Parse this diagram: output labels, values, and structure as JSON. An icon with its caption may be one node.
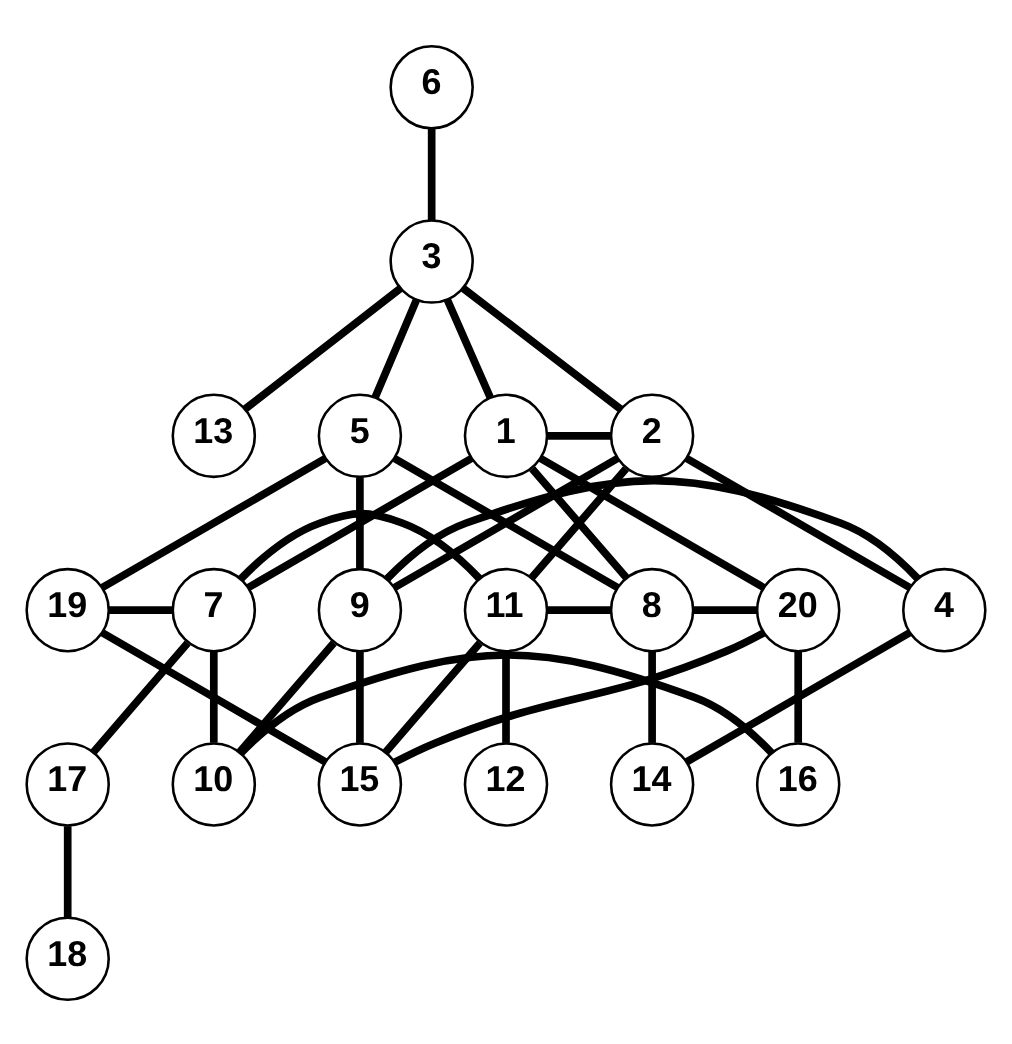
{
  "diagram": {
    "nodes": [
      {
        "text": [
          "6"
        ]
      },
      {
        "text": [
          "3"
        ]
      },
      {
        "text": [
          "13"
        ]
      },
      {
        "text": [
          "5"
        ]
      },
      {
        "text": [
          "1"
        ]
      },
      {
        "text": [
          "2"
        ]
      },
      {
        "text": [
          "9"
        ]
      },
      {
        "text": [
          "4"
        ]
      },
      {
        "text": [
          "19"
        ]
      },
      {
        "text": [
          "7"
        ]
      },
      {
        "text": [
          "11"
        ]
      },
      {
        "text": [
          "8"
        ]
      },
      {
        "text": [
          "20"
        ]
      },
      {
        "text": [
          "10"
        ]
      },
      {
        "text": [
          "16"
        ]
      },
      {
        "text": [
          "15"
        ]
      },
      {
        "text": [
          "17"
        ]
      },
      {
        "text": [
          "14"
        ]
      },
      {
        "text": [
          "12"
        ]
      },
      {
        "text": [
          "18"
        ]
      }
    ],
    "edges": [
      {
        "from": 0,
        "to": 1,
        "arrow": "none"
      },
      {
        "from": 1,
        "to": 2,
        "arrow": "none"
      },
      {
        "from": 1,
        "to": 3,
        "arrow": "none"
      },
      {
        "from": 1,
        "to": 4,
        "arrow": "none"
      },
      {
        "from": 1,
        "to": 5,
        "arrow": "none"
      },
      {
        "from": 4,
        "to": 5,
        "arrow": "none"
      },
      {
        "from": 4,
        "to": 9,
        "arrow": "none"
      },
      {
        "from": 4,
        "to": 11,
        "arrow": "none"
      },
      {
        "from": 4,
        "to": 12,
        "arrow": "none"
      },
      {
        "from": 5,
        "to": 6,
        "arrow": "none"
      },
      {
        "from": 5,
        "to": 7,
        "arrow": "none"
      },
      {
        "from": 5,
        "to": 10,
        "arrow": "none"
      },
      {
        "from": 3,
        "to": 6,
        "arrow": "none"
      },
      {
        "from": 3,
        "to": 8,
        "arrow": "none"
      },
      {
        "from": 3,
        "to": 11,
        "arrow": "none"
      },
      {
        "from": 6,
        "to": 7,
        "arrow": "none"
      },
      {
        "from": 6,
        "to": 13,
        "arrow": "none"
      },
      {
        "from": 6,
        "to": 15,
        "arrow": "none"
      },
      {
        "from": 7,
        "to": 17,
        "arrow": "none"
      },
      {
        "from": 8,
        "to": 9,
        "arrow": "none"
      },
      {
        "from": 8,
        "to": 15,
        "arrow": "none"
      },
      {
        "from": 9,
        "to": 10,
        "arrow": "none"
      },
      {
        "from": 9,
        "to": 13,
        "arrow": "none"
      },
      {
        "from": 9,
        "to": 16,
        "arrow": "none"
      },
      {
        "from": 10,
        "to": 11,
        "arrow": "none"
      },
      {
        "from": 10,
        "to": 15,
        "arrow": "none"
      },
      {
        "from": 10,
        "to": 18,
        "arrow": "none"
      },
      {
        "from": 11,
        "to": 12,
        "arrow": "none"
      },
      {
        "from": 11,
        "to": 17,
        "arrow": "none"
      },
      {
        "from": 12,
        "to": 14,
        "arrow": "none"
      },
      {
        "from": 12,
        "to": 15,
        "arrow": "none"
      },
      {
        "from": 13,
        "to": 14,
        "arrow": "none"
      },
      {
        "from": 16,
        "to": 19,
        "arrow": "none"
      }
    ]
  }
}
